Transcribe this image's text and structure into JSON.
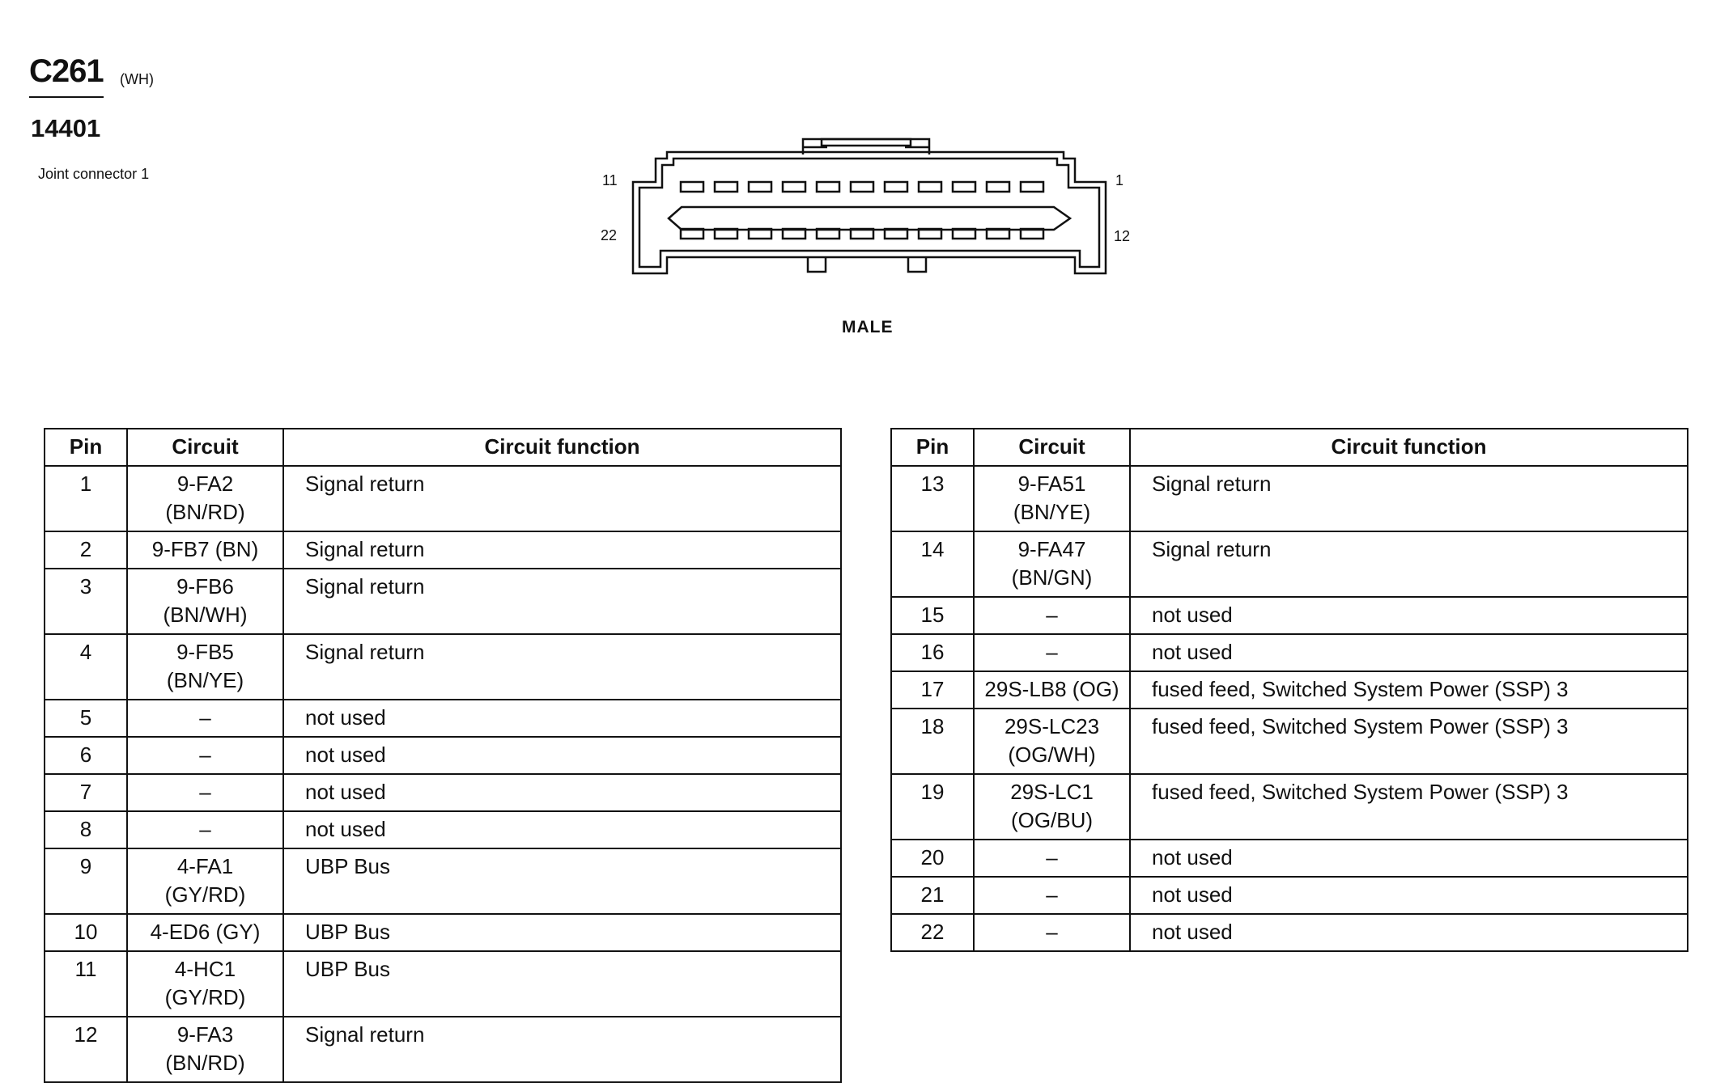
{
  "header": {
    "connector_id": "C261",
    "connector_color": "(WH)",
    "part_number": "14401",
    "description": "Joint connector 1"
  },
  "diagram": {
    "pin_labels": {
      "top_left": "11",
      "top_right": "1",
      "bottom_left": "22",
      "bottom_right": "12"
    },
    "gender": "MALE",
    "pins_per_row": 11
  },
  "table_headers": {
    "pin": "Pin",
    "circuit": "Circuit",
    "function": "Circuit function"
  },
  "left_table": [
    {
      "pin": "1",
      "circuit": [
        "9-FA2",
        "(BN/RD)"
      ],
      "function": "Signal return"
    },
    {
      "pin": "2",
      "circuit": [
        "9-FB7 (BN)"
      ],
      "function": "Signal return"
    },
    {
      "pin": "3",
      "circuit": [
        "9-FB6",
        "(BN/WH)"
      ],
      "function": "Signal return"
    },
    {
      "pin": "4",
      "circuit": [
        "9-FB5",
        "(BN/YE)"
      ],
      "function": "Signal return"
    },
    {
      "pin": "5",
      "circuit": [
        "–"
      ],
      "function": "not used"
    },
    {
      "pin": "6",
      "circuit": [
        "–"
      ],
      "function": "not used"
    },
    {
      "pin": "7",
      "circuit": [
        "–"
      ],
      "function": "not used"
    },
    {
      "pin": "8",
      "circuit": [
        "–"
      ],
      "function": "not used"
    },
    {
      "pin": "9",
      "circuit": [
        "4-FA1 (GY/RD)"
      ],
      "function": "UBP Bus"
    },
    {
      "pin": "10",
      "circuit": [
        "4-ED6 (GY)"
      ],
      "function": "UBP Bus"
    },
    {
      "pin": "11",
      "circuit": [
        "4-HC1 (GY/RD)"
      ],
      "function": "UBP Bus"
    },
    {
      "pin": "12",
      "circuit": [
        "9-FA3",
        "(BN/RD)"
      ],
      "function": "Signal return"
    }
  ],
  "right_table": [
    {
      "pin": "13",
      "circuit": [
        "9-FA51",
        "(BN/YE)"
      ],
      "function": "Signal return"
    },
    {
      "pin": "14",
      "circuit": [
        "9-FA47",
        "(BN/GN)"
      ],
      "function": "Signal return"
    },
    {
      "pin": "15",
      "circuit": [
        "–"
      ],
      "function": "not used"
    },
    {
      "pin": "16",
      "circuit": [
        "–"
      ],
      "function": "not used"
    },
    {
      "pin": "17",
      "circuit": [
        "29S-LB8 (OG)"
      ],
      "function": "fused feed, Switched System Power (SSP) 3"
    },
    {
      "pin": "18",
      "circuit": [
        "29S-LC23",
        "(OG/WH)"
      ],
      "function": "fused feed, Switched System Power (SSP) 3"
    },
    {
      "pin": "19",
      "circuit": [
        "29S-LC1",
        "(OG/BU)"
      ],
      "function": "fused feed, Switched System Power (SSP) 3"
    },
    {
      "pin": "20",
      "circuit": [
        "–"
      ],
      "function": "not used"
    },
    {
      "pin": "21",
      "circuit": [
        "–"
      ],
      "function": "not used"
    },
    {
      "pin": "22",
      "circuit": [
        "–"
      ],
      "function": "not used"
    }
  ]
}
